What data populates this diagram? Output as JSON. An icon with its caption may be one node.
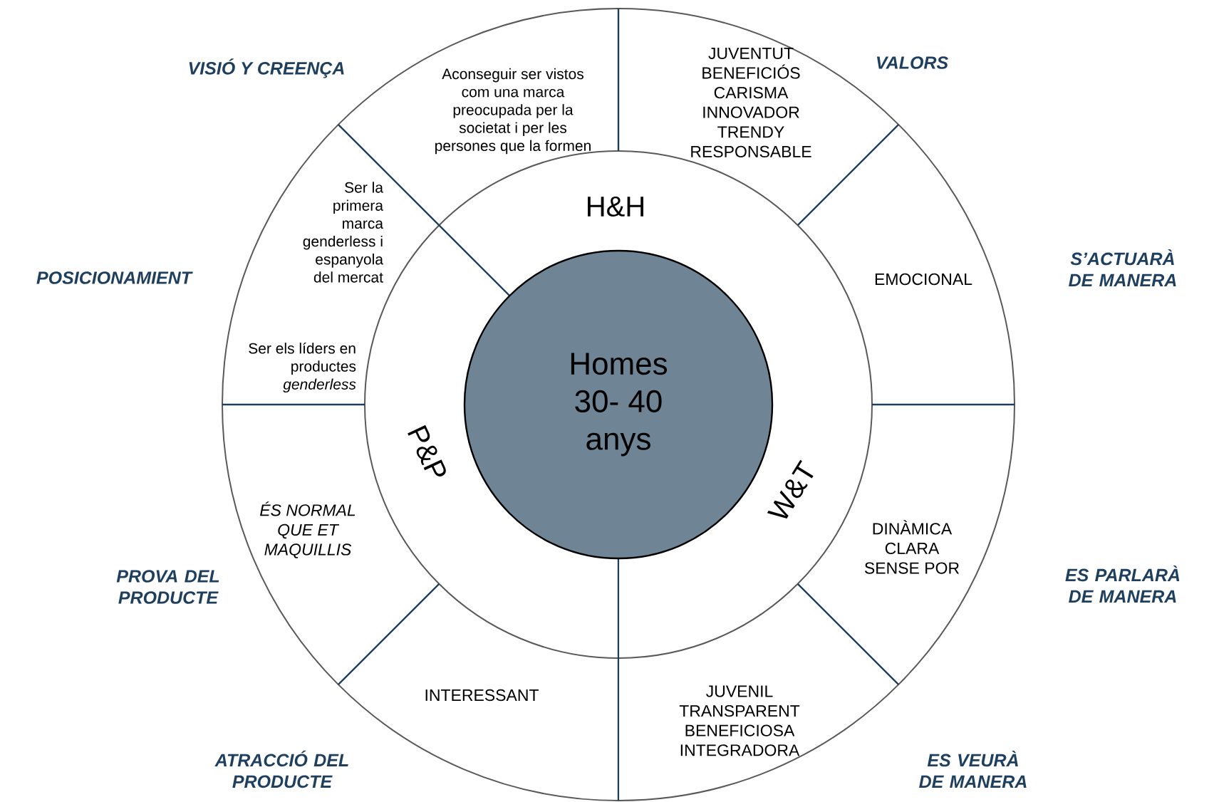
{
  "diagram": {
    "nodes": [
      {
        "text": [
          "Homes 30- 40 anys"
        ]
      },
      {
        "text": [
          "H&H"
        ]
      },
      {
        "text": [
          "P&P"
        ]
      },
      {
        "text": [
          "W&T"
        ]
      },
      {
        "text": [
          "Aconseguir ser vistos com una marca preocupada per la societat i per les persones que la formen"
        ],
        "beside": [
          "VISIÓ Y CREENÇA"
        ]
      },
      {
        "text": [
          "JUVENTUT BENEFICIÓS CARISMA INNOVADOR TRENDY RESPONSABLE"
        ],
        "beside": [
          "VALORS"
        ]
      },
      {
        "text": [
          "Ser la primera marca genderless i espanyola del mercat",
          "Ser els líders en productes *genderless*"
        ],
        "beside": [
          "POSICIONAMIENT"
        ]
      },
      {
        "text": [
          "EMOCIONAL"
        ],
        "beside": [
          "S’ACTUARÀ DE MANERA"
        ]
      },
      {
        "text": [
          "ÉS NORMAL QUE ET MAQUILLIS"
        ],
        "beside": [
          "PROVA DEL PRODUCTE"
        ]
      },
      {
        "text": [
          "DINÀMICA CLARA SENSE POR"
        ],
        "beside": [
          "ES PARLARÀ DE MANERA"
        ]
      },
      {
        "text": [
          "INTERESSANT"
        ],
        "beside": [
          "ATRACCIÓ DEL PRODUCTE"
        ]
      },
      {
        "text": [
          "JUVENIL TRANSPARENT BENEFICIOSA INTEGRADORA"
        ],
        "beside": [
          "ES VEURÀ DE MANERA"
        ]
      }
    ]
  }
}
